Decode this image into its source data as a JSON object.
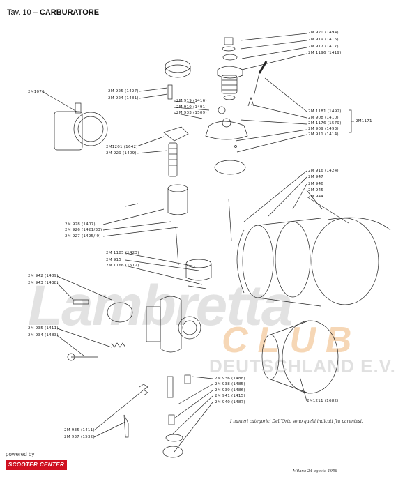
{
  "title": {
    "prefix": "Tav. 10 –",
    "name": "CARBURATORE"
  },
  "watermark": {
    "brand": "Lambretta",
    "club": "CLUB",
    "country": "DEUTSCHLAND E.V."
  },
  "labels": {
    "l2M920": "2M 920 (1494)",
    "l2M919a": "2M 919 (1416)",
    "l2M917": "2M 917 (1417)",
    "l2M1196": "2M 1196 (1419)",
    "l2M1076": "2M1076",
    "l2M925": "2M 925 (1427)",
    "l2M924": "2M 924 (1481)",
    "l2M919b": "2M 919 (1416)",
    "l2M910": "2M 910 (1491)",
    "l2M933": "2M 933 (1509)",
    "l2M1181": "2M 1181 (1492)",
    "l2M908": "2M 908 (1410)",
    "l2M1176": "2M 1176 (1579)",
    "l2M909": "2M 909 (1493)",
    "l2M911": "2M 911 (1414)",
    "bracket2M1171": "2M1171",
    "l2M1201": "2M1201 (1642)",
    "l2M929": "2M 929 (1409)",
    "l2M916": "2M 916 (1424)",
    "l2M947": "2M 947",
    "l2M946": "2M 946",
    "l2M945": "2M 945",
    "l2M944": "2M 944",
    "l2M928": "2M 928 (1407)",
    "l2M926": "2M 926 (1421/33)",
    "l2M927": "2M 927 (1425/ 9)",
    "l2M1185": "2M 1185 (1423)",
    "l2M915": "2M 915",
    "l2M1166": "2M 1166 (1612)",
    "l2M942": "2M 942 (1489)",
    "l2M943": "2M 943 (1438)",
    "l2M935a": "2M 935 (1411)",
    "l2M934": "2M 934 (1483)",
    "l2M936": "2M 936 (1488)",
    "l2M938": "2M 938 (1485)",
    "l2M939": "2M 939 (1486)",
    "l2M941": "2M 941 (1415)",
    "l2M940": "2M 940 (1487)",
    "l2M935b": "2M 935 (1411)",
    "l2M937": "2M 937 (1532)",
    "l2M1211": "2M1211 (1682)"
  },
  "note": "I numeri categorici Dell'Orto sono quelli indicati fra parentesi.",
  "signature": "Milano 24 agosto 1958",
  "powered": "powered by",
  "logo": "SCOOTER CENTER",
  "colors": {
    "ink": "#222222",
    "logo_red": "#cf1020",
    "watermark": "#d0d0d0",
    "watermark_orange": "#f4c9a0"
  }
}
